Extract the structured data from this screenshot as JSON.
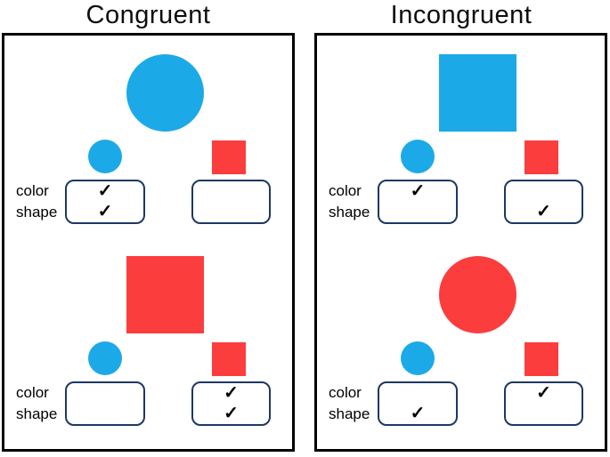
{
  "figure": {
    "row_labels": {
      "color": "color",
      "shape": "shape"
    },
    "checkmark_glyph": "✓",
    "colors": {
      "blue": "#1CA9E8",
      "red": "#FC3D3D",
      "box_border": "#1E3764",
      "panel_border": "#000000"
    },
    "panels": [
      {
        "title": "Congruent",
        "trials": [
          {
            "target": {
              "shape": "circle",
              "color": "blue",
              "size": "large"
            },
            "left_option": {
              "shape": "circle",
              "color": "blue",
              "size": "small"
            },
            "right_option": {
              "shape": "square",
              "color": "red",
              "size": "small"
            },
            "responses": {
              "left": {
                "color": "✓",
                "shape": "✓"
              },
              "right": {
                "color": "",
                "shape": ""
              }
            }
          },
          {
            "target": {
              "shape": "square",
              "color": "red",
              "size": "large"
            },
            "left_option": {
              "shape": "circle",
              "color": "blue",
              "size": "small"
            },
            "right_option": {
              "shape": "square",
              "color": "red",
              "size": "small"
            },
            "responses": {
              "left": {
                "color": "",
                "shape": ""
              },
              "right": {
                "color": "✓",
                "shape": "✓"
              }
            }
          }
        ]
      },
      {
        "title": "Incongruent",
        "trials": [
          {
            "target": {
              "shape": "square",
              "color": "blue",
              "size": "large"
            },
            "left_option": {
              "shape": "circle",
              "color": "blue",
              "size": "small"
            },
            "right_option": {
              "shape": "square",
              "color": "red",
              "size": "small"
            },
            "responses": {
              "left": {
                "color": "✓",
                "shape": ""
              },
              "right": {
                "color": "",
                "shape": "✓"
              }
            }
          },
          {
            "target": {
              "shape": "circle",
              "color": "red",
              "size": "large"
            },
            "left_option": {
              "shape": "circle",
              "color": "blue",
              "size": "small"
            },
            "right_option": {
              "shape": "square",
              "color": "red",
              "size": "small"
            },
            "responses": {
              "left": {
                "color": "",
                "shape": "✓"
              },
              "right": {
                "color": "✓",
                "shape": ""
              }
            }
          }
        ]
      }
    ]
  }
}
